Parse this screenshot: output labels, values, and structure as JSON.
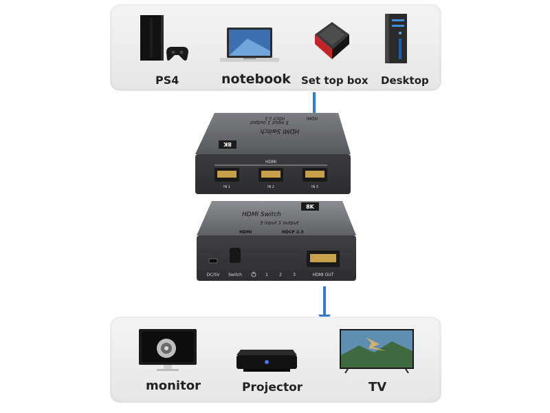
{
  "sources": {
    "ps4": "PS4",
    "notebook": "notebook",
    "set_top_box": "Set top box",
    "desktop": "Desktop"
  },
  "switch_in": {
    "badge": "8K",
    "brand_italic": "HDMI Switch",
    "tagline": "3 input 1 output",
    "hdcp": "HDCP 2.3",
    "logo": "HDMI",
    "port_group_label": "HDMI",
    "ports": [
      "IN 1",
      "IN 2",
      "IN 3"
    ]
  },
  "switch_out": {
    "brand_italic": "HDMI Switch",
    "tagline": "3 input 1 output",
    "badge": "8K",
    "logo": "HDMI",
    "hdcp": "HDCP 2.3",
    "dc": "DC/5V",
    "switch": "Switch",
    "leds": [
      "1",
      "2",
      "3"
    ],
    "out": "HDMI OUT"
  },
  "outputs": {
    "monitor": "monitor",
    "projector": "Projector",
    "tv": "TV"
  },
  "colors": {
    "arrow": "#3a78c9",
    "switch_body": "#4a4d51",
    "hdmi_gold": "#c7a24a"
  }
}
